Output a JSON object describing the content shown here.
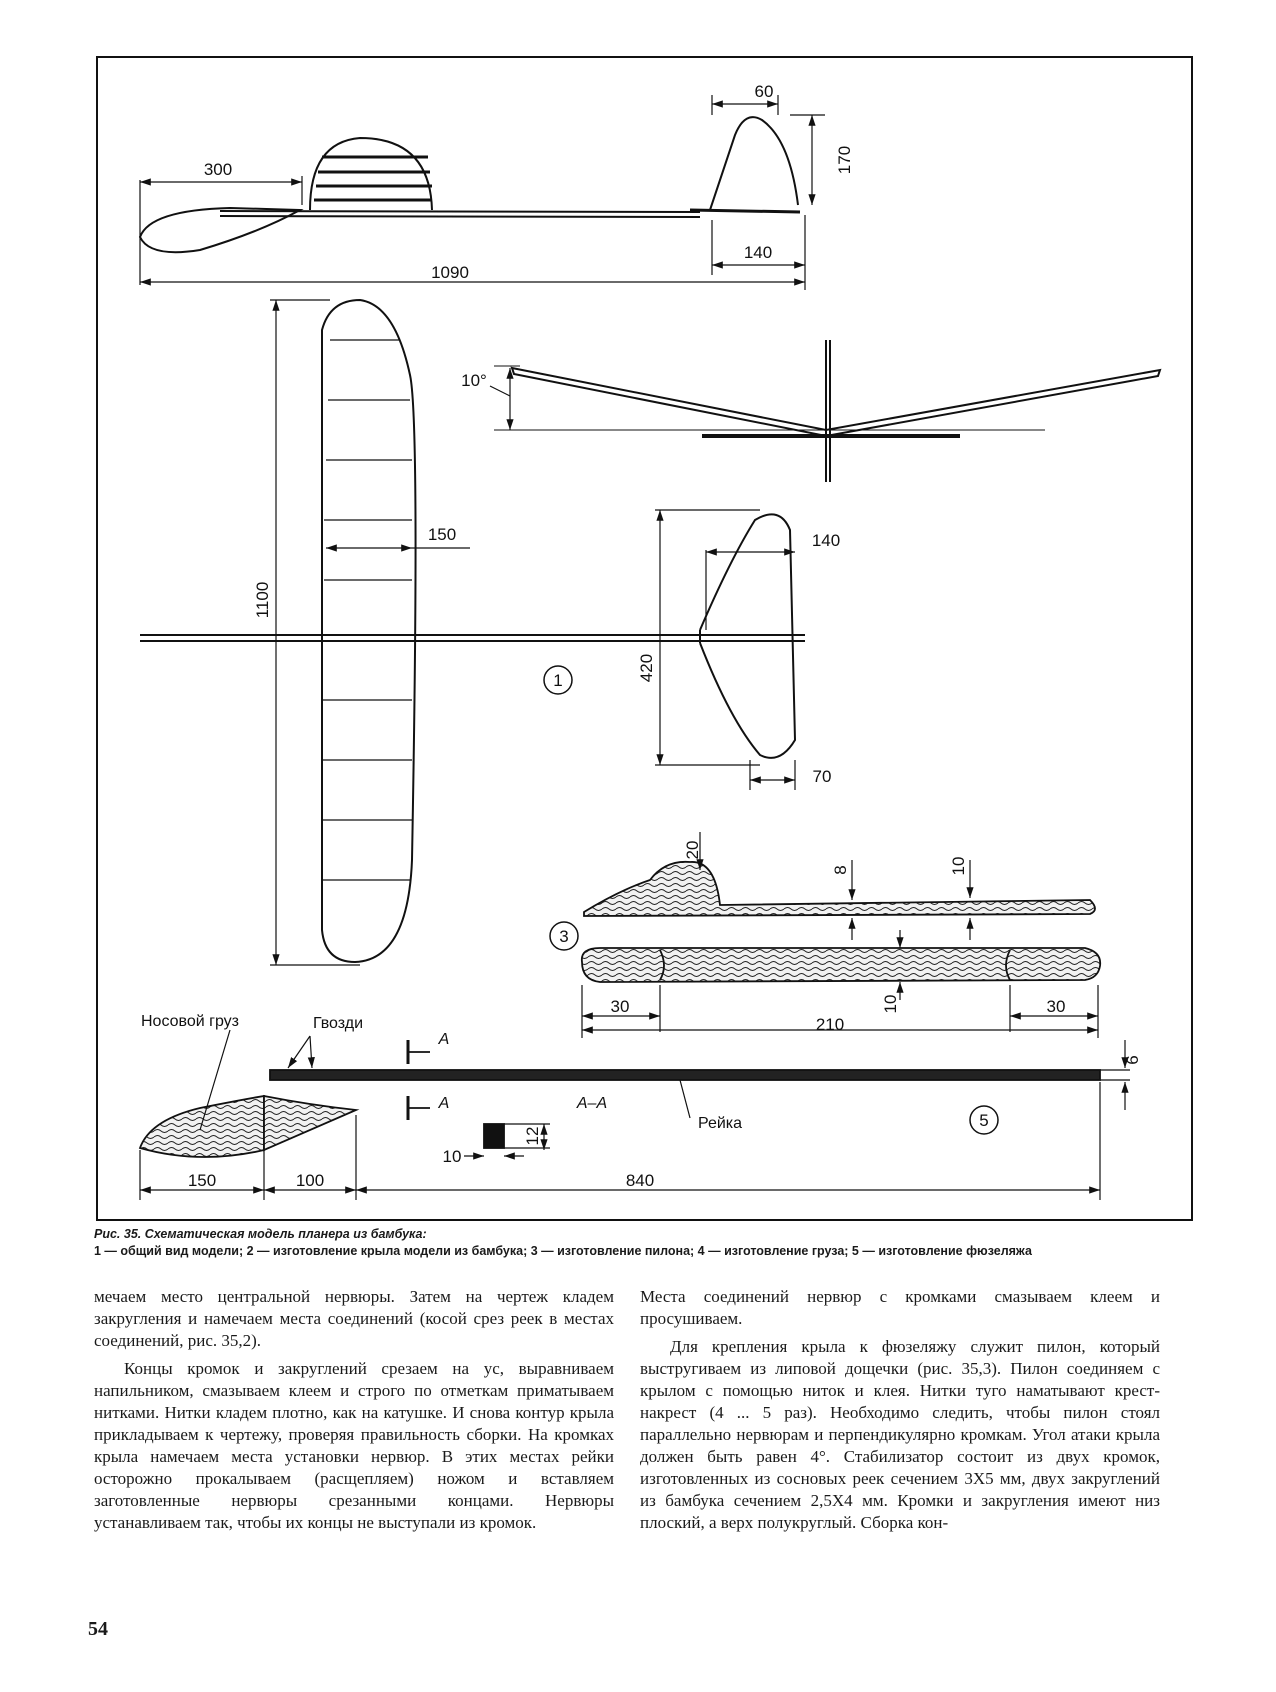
{
  "figure": {
    "dims": {
      "d300": "300",
      "d60": "60",
      "d170": "170",
      "d140a": "140",
      "d1090": "1090",
      "d10deg": "10°",
      "d1100": "1100",
      "d150a": "150",
      "d140b": "140",
      "d420": "420",
      "d70": "70",
      "d20": "20",
      "d8": "8",
      "d10a": "10",
      "d10b": "10",
      "d30a": "30",
      "d210": "210",
      "d30b": "30",
      "d6": "6",
      "d12": "12",
      "d10c": "10",
      "d150b": "150",
      "d100": "100",
      "d840": "840"
    },
    "labels": {
      "nose_weight": "Носовой груз",
      "nails": "Гвозди",
      "rail": "Рейка",
      "section": "А–А",
      "sec_a1": "А",
      "sec_a2": "А"
    },
    "markers": {
      "m1": "1",
      "m3": "3",
      "m5": "5"
    }
  },
  "caption": {
    "title": "Рис. 35. Схематическая модель планера из бамбука:",
    "body": "1 — общий вид модели; 2 — изготовление крыла модели из бамбука; 3 — изготовление пилона; 4 — изготовление груза; 5 — изготовление фюзеляжа"
  },
  "left_column": {
    "p1": "мечаем место центральной нервюры. Затем на чертеж кладем закругления и намечаем места соединений (косой срез реек в местах соединений, рис. 35,2).",
    "p2": "Концы кромок и закруглений срезаем на ус, выравниваем напильником, смазываем клеем и строго по отметкам приматываем нитками. Нитки кладем плотно, как на катушке. И снова контур крыла прикладываем к чертежу, проверяя правильность сборки. На кромках крыла намечаем места установки нервюр. В этих местах рейки осторожно прокалываем (расщепляем) ножом и вставляем заготовленные нервюры срезанными концами. Нервюры устанавливаем так, чтобы их концы не выступали из кромок."
  },
  "right_column": {
    "p1": "Места соединений нервюр с кромками смазываем клеем и просушиваем.",
    "p2": "Для крепления крыла к фюзеляжу служит пилон, который выстругиваем из липовой дощечки (рис. 35,3). Пилон соединяем с крылом с помощью ниток и клея. Нитки туго наматывают крест-накрест (4 ... 5 раз). Необходимо следить, чтобы пилон стоял параллельно нервюрам и перпендикулярно кромкам. Угол атаки крыла должен быть равен 4°. Стабилизатор состоит из двух кромок, изготовленных из сосновых реек сечением 3Х5 мм, двух закруглений из бамбука сечением 2,5Х4 мм. Кромки и закругления имеют низ плоский, а верх полукруглый. Сборка кон-"
  },
  "page_number": "54"
}
